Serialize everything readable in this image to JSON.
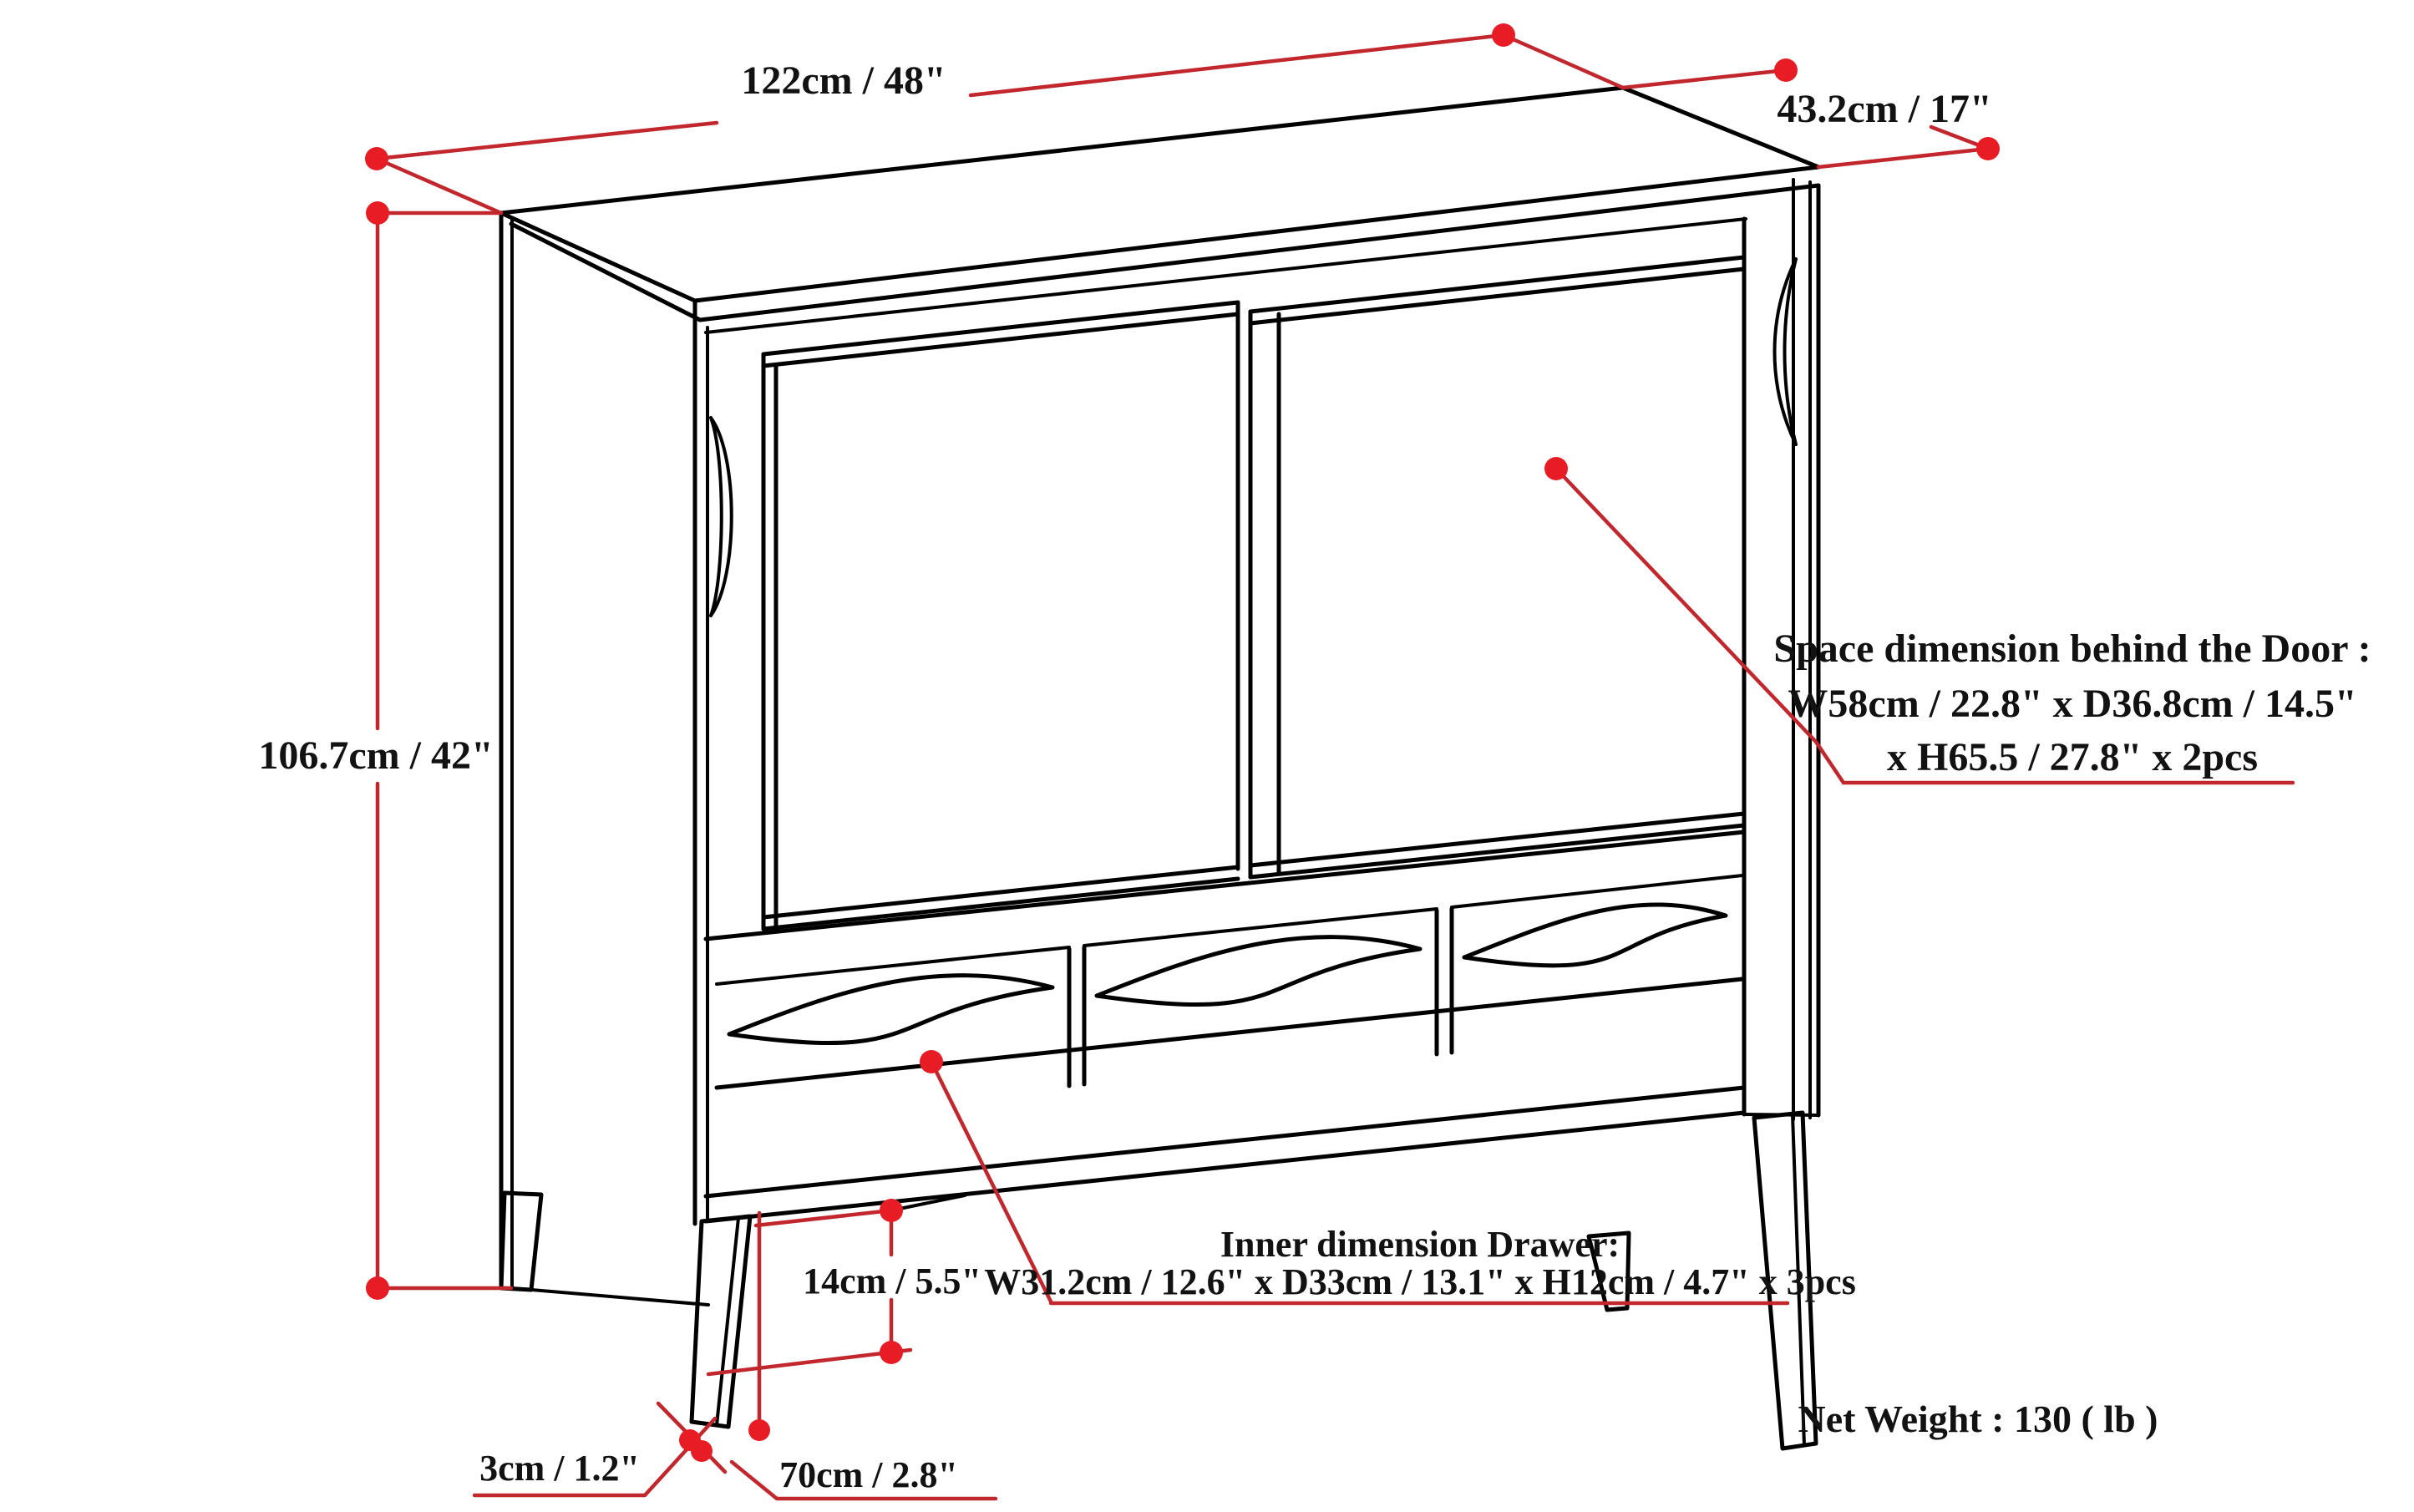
{
  "page": {
    "background": "#ffffff",
    "drawing_type": "furniture-dimension-diagram",
    "subject": "3-drawer 2-door sideboard cabinet line drawing"
  },
  "colors": {
    "dimension_line_red": "#c1272d",
    "dimension_dot_red": "#e81c24",
    "outline_black": "#000000"
  },
  "dimensions": {
    "width": {
      "label": "122cm / 48\""
    },
    "depth": {
      "label": "43.2cm / 17\""
    },
    "height": {
      "label": "106.7cm / 42\""
    },
    "leg_height": {
      "label": "14cm / 5.5\""
    },
    "leg_offset": {
      "label": "3cm / 1.2\""
    },
    "leg_spacing": {
      "label": "70cm / 2.8\""
    }
  },
  "annotations": {
    "door_space": {
      "line1": "Space dimension behind the Door :",
      "line2": "W58cm / 22.8\" x D36.8cm / 14.5\"",
      "line3": "x H65.5 / 27.8\" x 2pcs"
    },
    "drawer_inner": {
      "line1": "Inner dimension Drawer:",
      "line2": "W31.2cm / 12.6\" x D33cm / 13.1\" x H12cm / 4.7\" x 3pcs"
    },
    "net_weight": {
      "label": "Net Weight : 130 ( lb )"
    }
  }
}
